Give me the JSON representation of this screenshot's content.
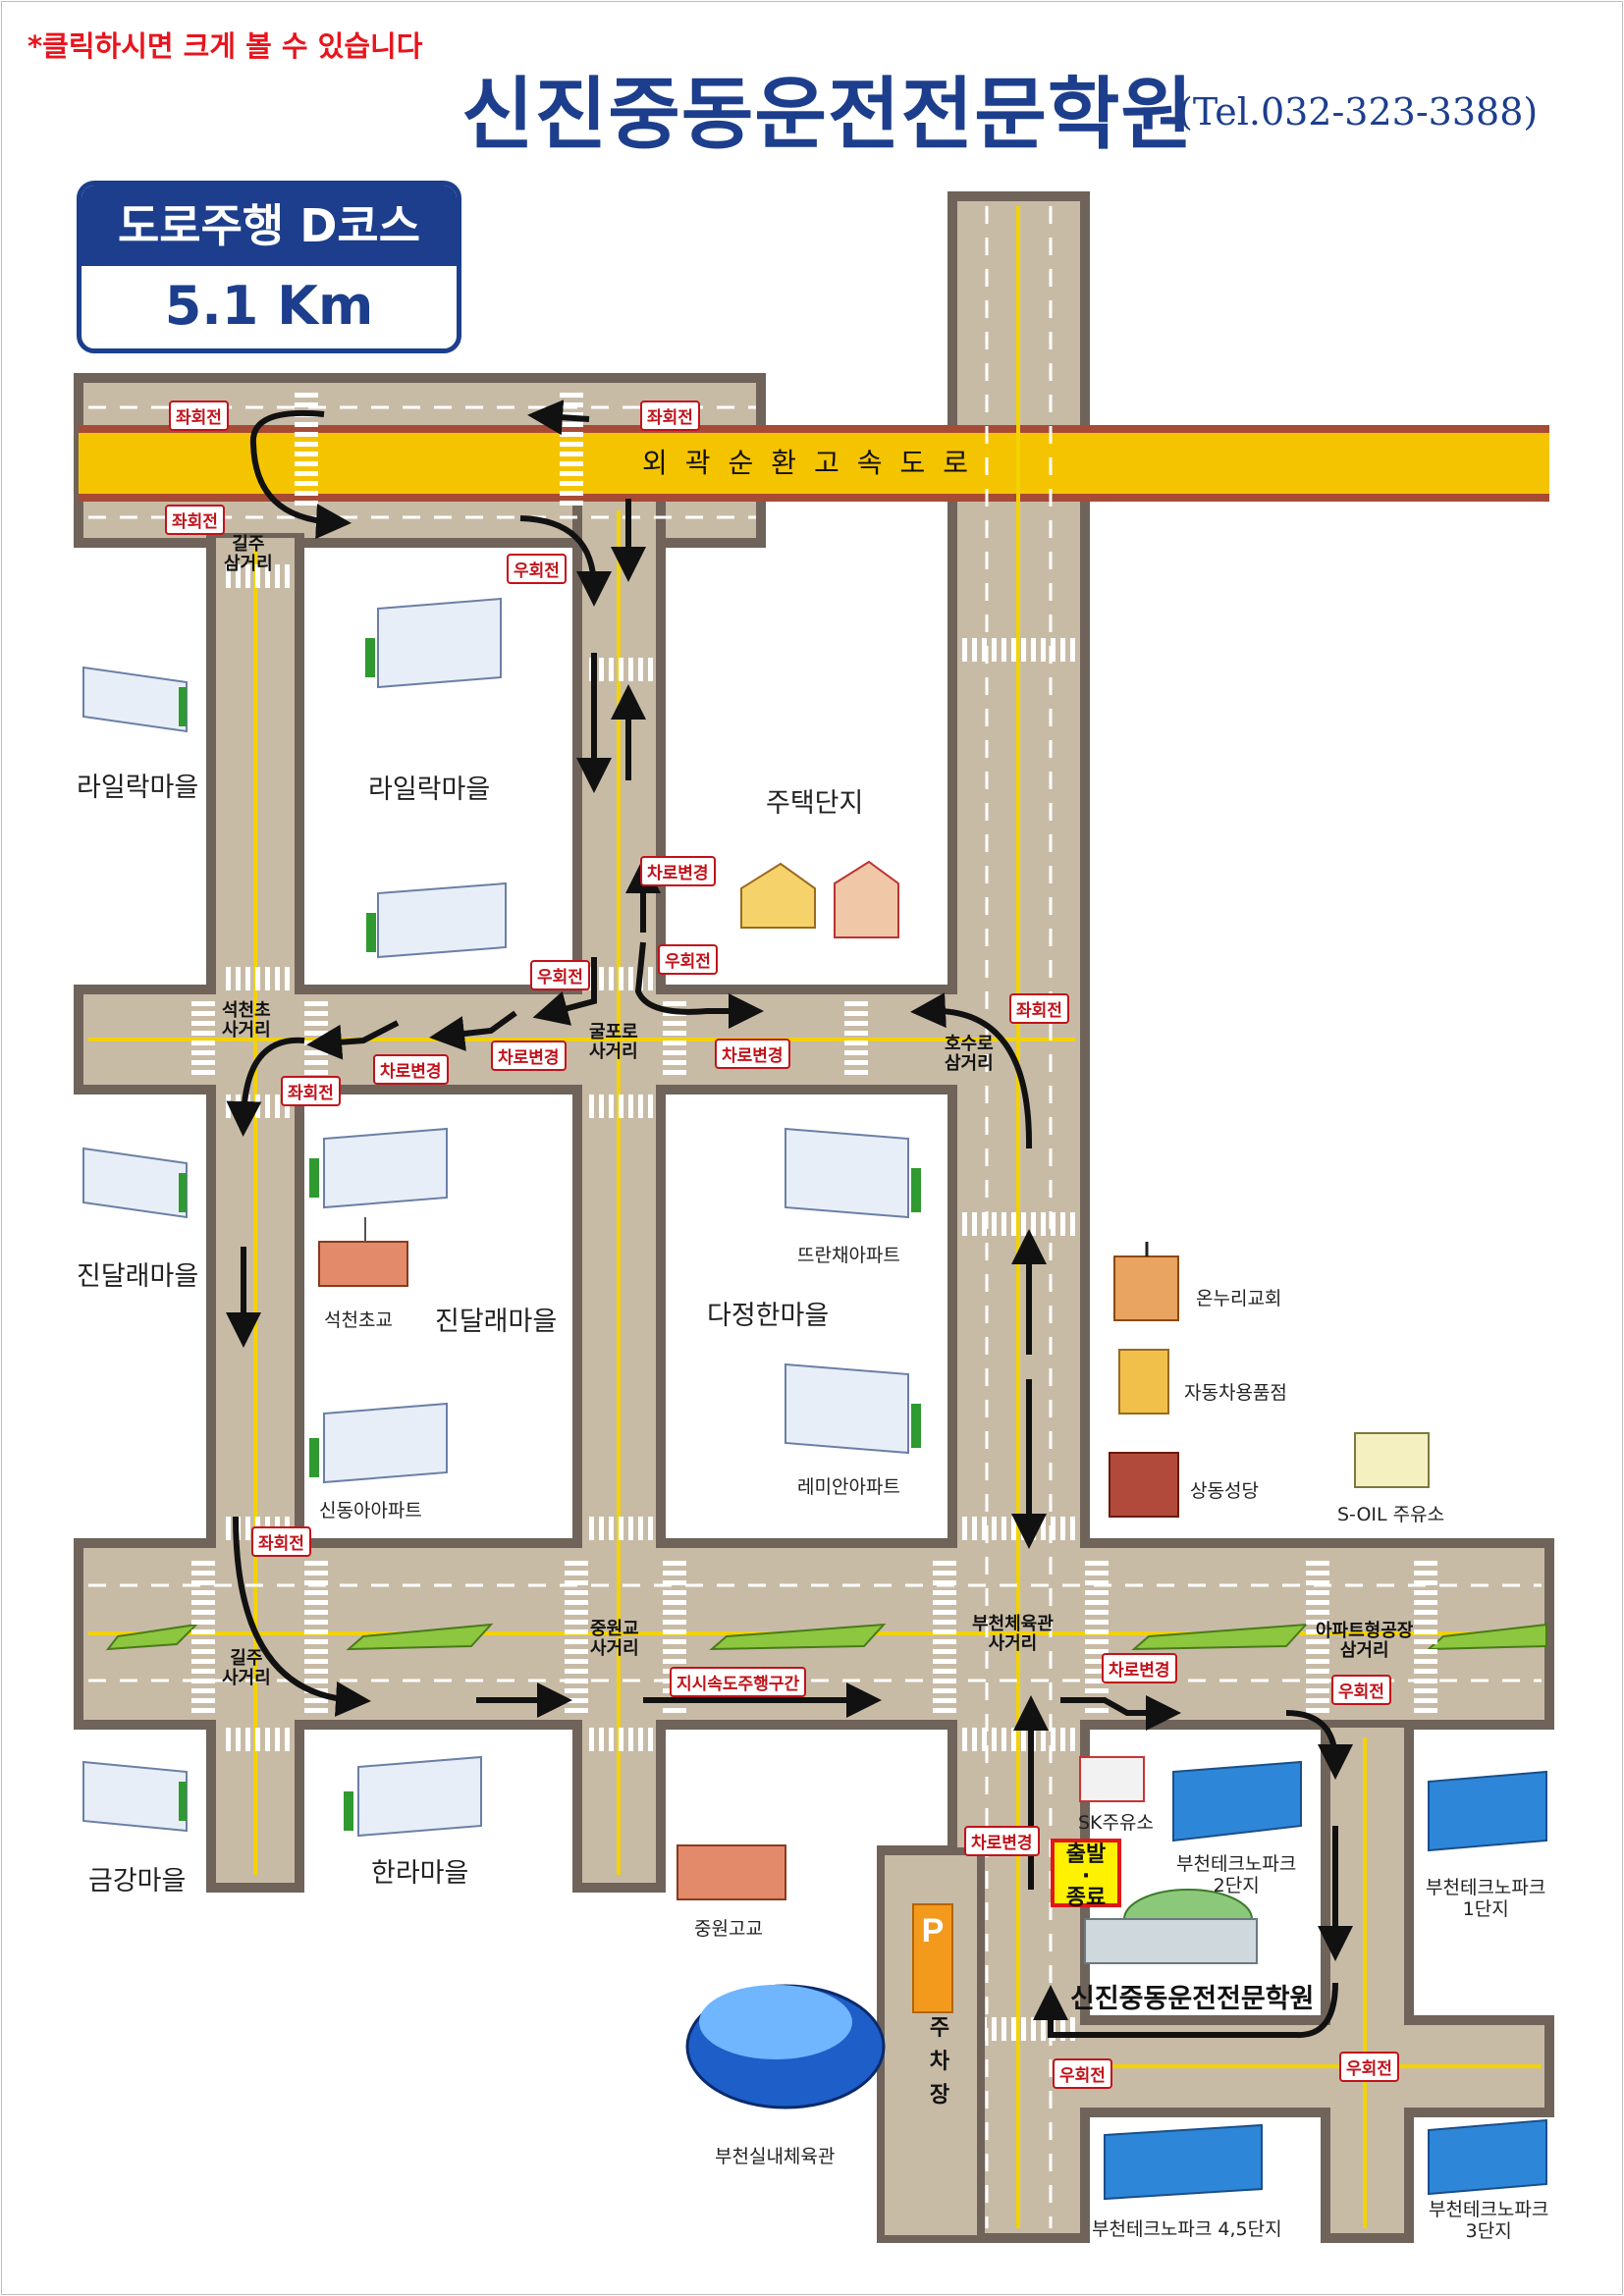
{
  "header": {
    "notice": "*클릭하시면 크게 볼 수 있습니다",
    "title": "신진중동운전전문학원",
    "tel": "(Tel.032-323-3388)"
  },
  "course": {
    "name": "도로주행 D코스",
    "distance": "5.1 Km"
  },
  "roads": {
    "expressway": "외곽순환고속도로"
  },
  "intersections": {
    "gilju_north": "길주\n삼거리",
    "seokcheoncho": "석천초\n사거리",
    "gulporo": "굴포로\n사거리",
    "hosuro": "호수로\n삼거리",
    "jungwongyo": "중원교\n사거리",
    "gilju_south": "길주\n사거리",
    "bucheon_gym": "부천체육관\n사거리",
    "apt_factory": "아파트형공장\n삼거리"
  },
  "areas": {
    "lilac_west": "라일락마을",
    "lilac": "라일락마을",
    "housing": "주택단지",
    "jindallae_west": "진달래마을",
    "jindallae": "진달래마을",
    "dajeonghan": "다정한마을",
    "geumgang": "금강마을",
    "halla": "한라마을"
  },
  "buildings": {
    "ddeuranchae": "뜨란채아파트",
    "seokcheon_school": "석천초교",
    "sindonga": "신동아아파트",
    "remian": "레미안아파트",
    "onnuri": "온누리교회",
    "auto_parts": "자동차용품점",
    "sangdong_church": "상동성당",
    "soil": "S-OIL 주유소",
    "sk": "SK주유소",
    "techno2": "부천테크노파크\n2단지",
    "techno1": "부천테크노파크\n1단지",
    "jungwon_high": "중원고교",
    "indoor_gym": "부천실내체육관",
    "techno45": "부천테크노파크 4,5단지",
    "techno3": "부천테크노파크\n3단지"
  },
  "school": {
    "name": "신진중동운전전문학원",
    "start_end": "출발\n·\n종료",
    "parking": "주\n차\n장",
    "parking_sign": "P"
  },
  "route_tags": {
    "left1": "좌회전",
    "left2": "좌회전",
    "left3": "좌회전",
    "right1": "우회전",
    "lane1": "차로변경",
    "right2": "우회전",
    "right3": "우회전",
    "lane2": "차로변경",
    "lane3": "차로변경",
    "lane4": "차로변경",
    "left4": "좌회전",
    "left5": "좌회전",
    "left6": "좌회전",
    "speed": "지시속도주행구간",
    "lane5": "차로변경",
    "right4": "우회전",
    "lane6": "차로변경",
    "right5": "우회전",
    "right6": "우회전"
  },
  "colors": {
    "road": "#c8bba6",
    "road_edge": "#6f635a",
    "lane_yellow": "#f2d200",
    "expressway": "#f5c400",
    "median": "#8dc63f",
    "route_arrow": "#111111",
    "tag_red": "#c2121a",
    "title_blue": "#1c3e8c"
  }
}
